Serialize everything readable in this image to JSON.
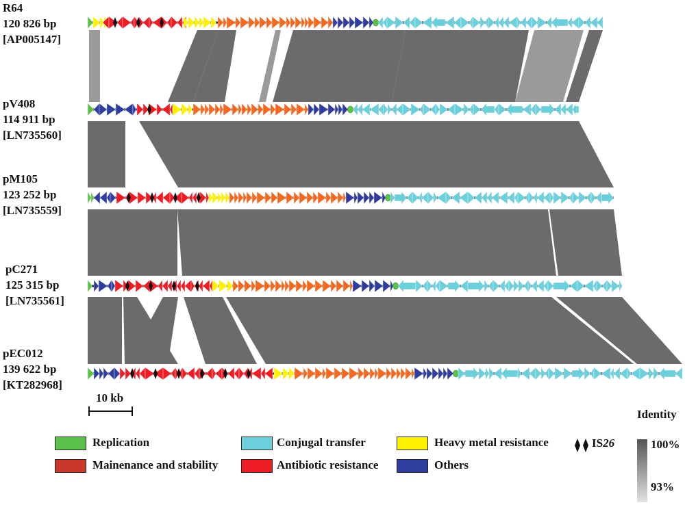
{
  "plasmids": [
    {
      "name": "R64",
      "size": "120 826 bp",
      "accession": "[AP005147]"
    },
    {
      "name": "pV408",
      "size": "114 911 bp",
      "accession": "[LN735560]"
    },
    {
      "name": "pM105",
      "size": "123 252 bp",
      "accession": "[LN735559]"
    },
    {
      "name": "pC271",
      "size": "125 315 bp",
      "accession": "[LN735561]"
    },
    {
      "name": "pEC012",
      "size": "139 622 bp",
      "accession": "[KT282968]"
    }
  ],
  "scale_bar": {
    "label": "10 kb"
  },
  "legend": {
    "items": [
      {
        "label": "Replication",
        "color": "#5cc24a"
      },
      {
        "label": "Mainenance and stability",
        "color": "#c9392a"
      },
      {
        "label": "Conjugal transfer",
        "color": "#6ccfdc"
      },
      {
        "label": "Antibiotic resistance",
        "color": "#ee1c24"
      },
      {
        "label": "Heavy metal resistance",
        "color": "#fff200"
      },
      {
        "label": "Others",
        "color": "#2e3d9e"
      }
    ],
    "is26_prefix": "IS",
    "is26_italic": "26"
  },
  "identity": {
    "title": "Identity",
    "max": "100%",
    "min": "93%"
  },
  "colors": {
    "replication": "#5cc24a",
    "maintenance": "#c9392a",
    "conjugal": "#6ccfdc",
    "antibiotic": "#ee1c24",
    "heavy_metal": "#fff200",
    "others": "#2e3d9e",
    "orange": "#f26a21",
    "link_dark": "#6b6b6b",
    "link_light": "#9a9a9a"
  }
}
